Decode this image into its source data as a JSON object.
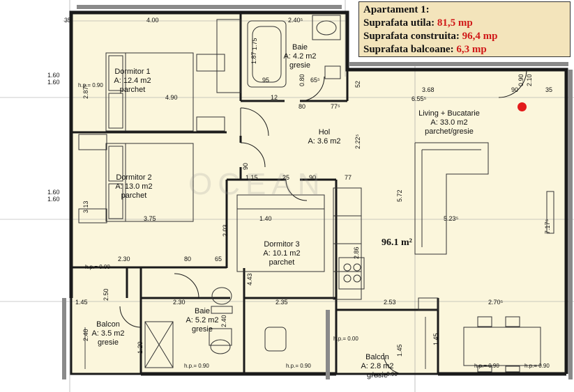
{
  "info_box": {
    "title": "Apartament 1:",
    "rows": [
      {
        "label": "Suprafata utila:",
        "value": "81,5 mp"
      },
      {
        "label": "Suprafata construita:",
        "value": "96,4 mp"
      },
      {
        "label": "Suprafata balcoane:",
        "value": "6,3 mp"
      }
    ]
  },
  "total_area": "96.1 m²",
  "watermark": "OCEAN",
  "rooms": [
    {
      "name": "Dormitor 1",
      "area": "A: 12.4 m2",
      "floor": "parchet"
    },
    {
      "name": "Dormitor 2",
      "area": "A: 13.0 m2",
      "floor": "parchet"
    },
    {
      "name": "Dormitor 3",
      "area": "A: 10.1 m2",
      "floor": "parchet"
    },
    {
      "name": "Hol",
      "area": "A: 3.6 m2",
      "floor": ""
    },
    {
      "name": "Baie",
      "area": "A: 4.2 m2",
      "floor": "gresie"
    },
    {
      "name": "Baie",
      "area": "A: 5.2 m2",
      "floor": "gresie"
    },
    {
      "name": "Living + Bucatarie",
      "area": "A: 33.0 m2",
      "floor": "parchet/gresie"
    },
    {
      "name": "Balcon",
      "area": "A: 3.5 m2",
      "floor": "gresie"
    },
    {
      "name": "Balcon",
      "area": "A: 2.8 m2",
      "floor": "gresie"
    }
  ],
  "dimensions": [
    "4.00",
    "2.40⁵",
    "35",
    "1.87",
    "1.75",
    "95",
    "65⁵",
    "52",
    "4.90",
    "12",
    "80",
    "77⁵",
    "3.68",
    "6.55⁵",
    "90",
    "35",
    "2.22⁵",
    "90",
    "1.15",
    "25",
    "90",
    "77",
    "3.75",
    "1.40",
    "5.23⁵",
    "7.17⁵",
    "2.30",
    "80",
    "65",
    "2.03",
    "2.86",
    "4.43",
    "1.45",
    "2.30",
    "2.40",
    "2.35",
    "2.53",
    "2.70⁵",
    "2.40",
    "1.20",
    "1.45",
    "1.45",
    "2.87⁵",
    "3.13",
    "1.60",
    "1.60",
    "1.60",
    "1.60",
    "5.72",
    "2.10",
    "0.90",
    "0.80",
    "2.50"
  ],
  "hp_labels": [
    "h.p.= 0.90",
    "h.p.= 0.00",
    "h.p.= 0.90",
    "h.p.= 0.90",
    "h.p.= 0.00",
    "h.p.= 0.90",
    "h.p.= 0.90",
    "h.p.= 0.90"
  ],
  "colors": {
    "wall": "#1a1a1a",
    "wall_gray": "#8a8a8a",
    "floor": "#fbf6dc",
    "info_bg": "#f3e4bb",
    "accent_red": "#e31b1b"
  }
}
